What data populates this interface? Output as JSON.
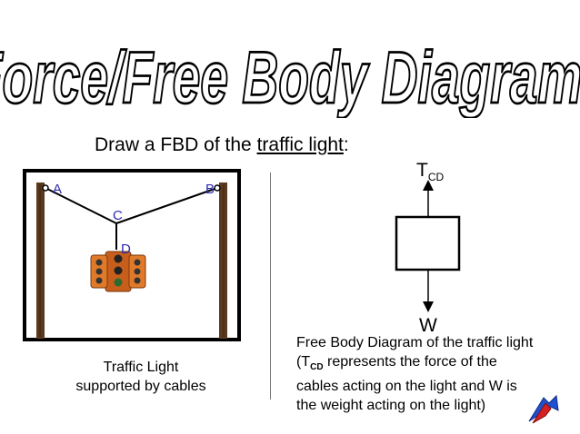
{
  "title": "Force/Free Body Diagrams",
  "prompt": {
    "before": "Draw a FBD of the ",
    "link": "traffic light",
    "after": ":"
  },
  "scene": {
    "labels": {
      "a": "A",
      "b": "B",
      "c": "C",
      "d": "D"
    },
    "caption_line1": "Traffic Light",
    "caption_line2": "supported by cables"
  },
  "fbd": {
    "top_force": "T",
    "top_force_sub": "CD",
    "bottom_force": "W"
  },
  "description": {
    "line1": "Free Body Diagram of the traffic light",
    "line2_pre": "(T",
    "line2_sub": "CD",
    "line2_post": " represents the force of the",
    "line3": "cables acting on the light and W is",
    "line4": "the weight acting on the light)"
  },
  "colors": {
    "label_blue": "#2b2bb0",
    "pole_brown": "#5a3a1e",
    "light_orange": "#e07a2a",
    "nav_red": "#d42020",
    "nav_blue": "#2050d0"
  },
  "icons": {
    "nav": "next-slide-arrow-icon"
  }
}
